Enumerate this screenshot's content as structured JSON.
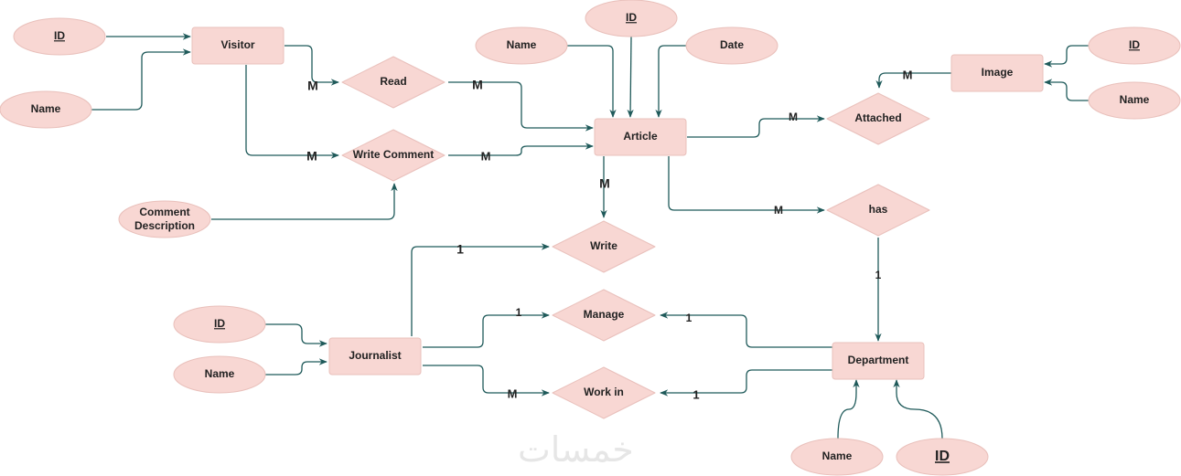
{
  "diagram": {
    "type": "er-diagram",
    "entities": [
      {
        "id": "visitor",
        "label": "Visitor"
      },
      {
        "id": "article",
        "label": "Article"
      },
      {
        "id": "image",
        "label": "Image"
      },
      {
        "id": "journalist",
        "label": "Journalist"
      },
      {
        "id": "department",
        "label": "Department"
      }
    ],
    "relationships": [
      {
        "id": "read",
        "label": "Read"
      },
      {
        "id": "write_comment",
        "label": "Write Comment"
      },
      {
        "id": "attached",
        "label": "Attached"
      },
      {
        "id": "has",
        "label": "has"
      },
      {
        "id": "write",
        "label": "Write"
      },
      {
        "id": "manage",
        "label": "Manage"
      },
      {
        "id": "work_in",
        "label": "Work in"
      }
    ],
    "attributes": [
      {
        "id": "visitor_id",
        "label": "ID",
        "key": true,
        "of": "visitor"
      },
      {
        "id": "visitor_name",
        "label": "Name",
        "key": false,
        "of": "visitor"
      },
      {
        "id": "comment_desc",
        "label_line1": "Comment",
        "label_line2": "Description",
        "key": false,
        "of": "write_comment"
      },
      {
        "id": "article_name",
        "label": "Name",
        "key": false,
        "of": "article"
      },
      {
        "id": "article_id",
        "label": "ID",
        "key": true,
        "of": "article"
      },
      {
        "id": "article_date",
        "label": "Date",
        "key": false,
        "of": "article"
      },
      {
        "id": "image_id",
        "label": "ID",
        "key": true,
        "of": "image"
      },
      {
        "id": "image_name",
        "label": "Name",
        "key": false,
        "of": "image"
      },
      {
        "id": "journalist_id",
        "label": "ID",
        "key": true,
        "of": "journalist"
      },
      {
        "id": "journalist_name",
        "label": "Name",
        "key": false,
        "of": "journalist"
      },
      {
        "id": "department_name",
        "label": "Name",
        "key": false,
        "of": "department"
      },
      {
        "id": "department_id",
        "label": "ID",
        "key": true,
        "of": "department"
      }
    ],
    "cardinalities": {
      "visitor_read": "M",
      "read_article": "M",
      "visitor_write_comment": "M",
      "write_comment_article": "M",
      "article_write": "M",
      "article_attached": "M",
      "image_attached": "M",
      "article_has": "M",
      "has_department": "1",
      "journalist_write": "1",
      "journalist_manage": "1",
      "journalist_work_in": "M",
      "department_manage": "1",
      "department_work_in": "1"
    }
  },
  "watermark": "خمسات"
}
